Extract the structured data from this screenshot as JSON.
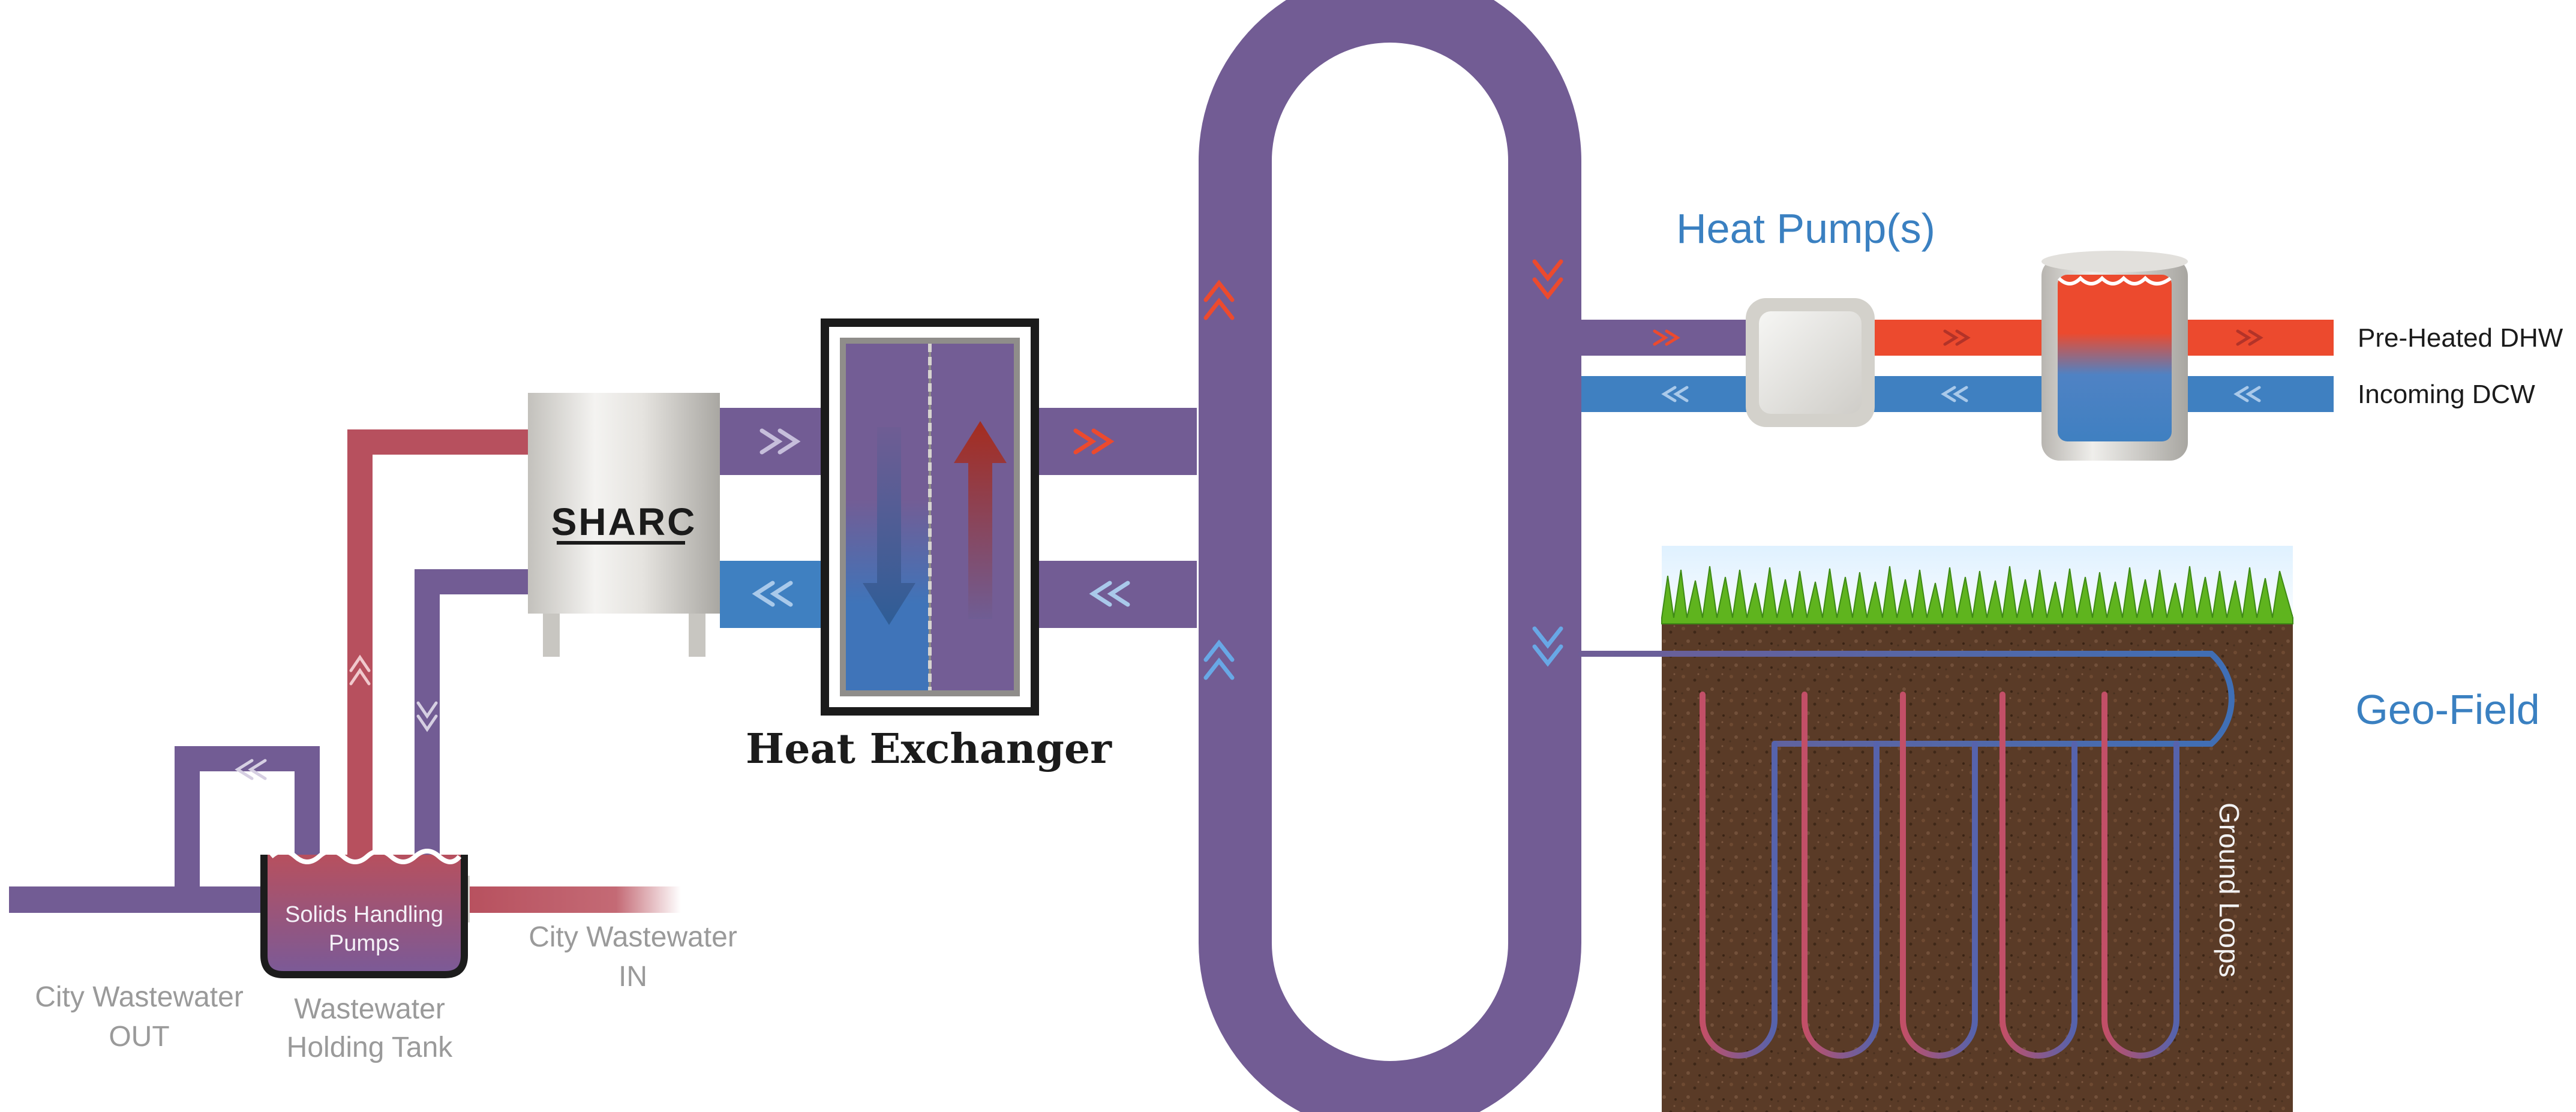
{
  "labels": {
    "city_out_line1": "City Wastewater",
    "city_out_line2": "OUT",
    "holding_line1": "Wastewater",
    "holding_line2": "Holding Tank",
    "city_in_line1": "City Wastewater",
    "city_in_line2": "IN",
    "tank_line1": "Solids Handling",
    "tank_line2": "Pumps",
    "sharc_logo": "SHARC",
    "heat_exchanger": "Heat Exchanger",
    "heat_pumps": "Heat Pump(s)",
    "pre_heated": "Pre-Heated DHW",
    "incoming": "Incoming DCW",
    "geo_field": "Geo-Field",
    "ground_loops": "Ground Loops"
  },
  "colors": {
    "purple": "#725c94",
    "red_pipe": "#b7505e",
    "hot": "#ec4a2e",
    "cold": "#3f80c1",
    "title_blue": "#3a80c1",
    "soil": "#5a3b27",
    "grass": "#5fb41e"
  },
  "icons": {
    "flow_arrows": "double-chevron-icon",
    "hx_down": "cold-down-arrow-icon",
    "hx_up": "hot-up-arrow-icon"
  }
}
